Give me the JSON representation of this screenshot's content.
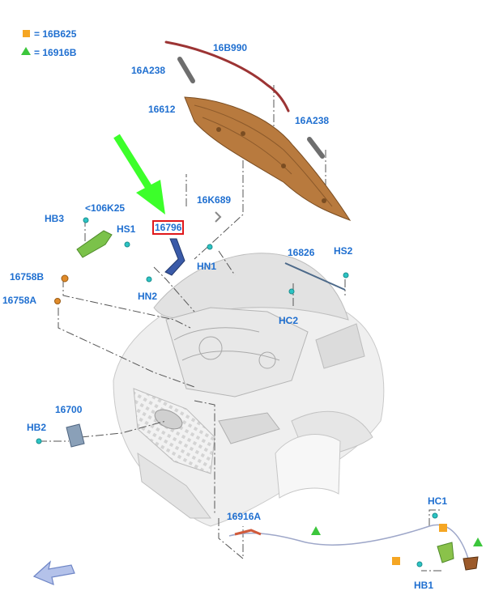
{
  "legend": [
    {
      "symbol": "square",
      "color": "#f5a623",
      "eq": "=",
      "part": "16B625"
    },
    {
      "symbol": "triangle",
      "color": "#3cc63c",
      "eq": "=",
      "part": "16916B"
    }
  ],
  "labels": {
    "p16B990": "16B990",
    "p16A238_left": "16A238",
    "p16612": "16612",
    "p16A238_right": "16A238",
    "p16K689": "16K689",
    "pHB3": "HB3",
    "p106K25": "<106K25",
    "pHS1": "HS1",
    "p16796": "16796",
    "pHN1": "HN1",
    "p16826": "16826",
    "pHS2": "HS2",
    "p16758B": "16758B",
    "p16758A": "16758A",
    "pHN2": "HN2",
    "pHC2": "HC2",
    "p16700": "16700",
    "pHB2": "HB2",
    "p16916A": "16916A",
    "pHC1": "HC1",
    "pHB1": "HB1"
  },
  "colors": {
    "label": "#1f6fd0",
    "highlight_border": "#e0181b",
    "pointer_arrow": "#3cff2a",
    "hood": "#b87a3e",
    "seal": "#9c3434",
    "latch": "#7aa84a",
    "clip": "#2cc4c4",
    "nav_arrow": "#7b8fc9"
  },
  "icons": {
    "pointer": "green-arrow-icon",
    "nav": "blue-arrow-icon"
  }
}
